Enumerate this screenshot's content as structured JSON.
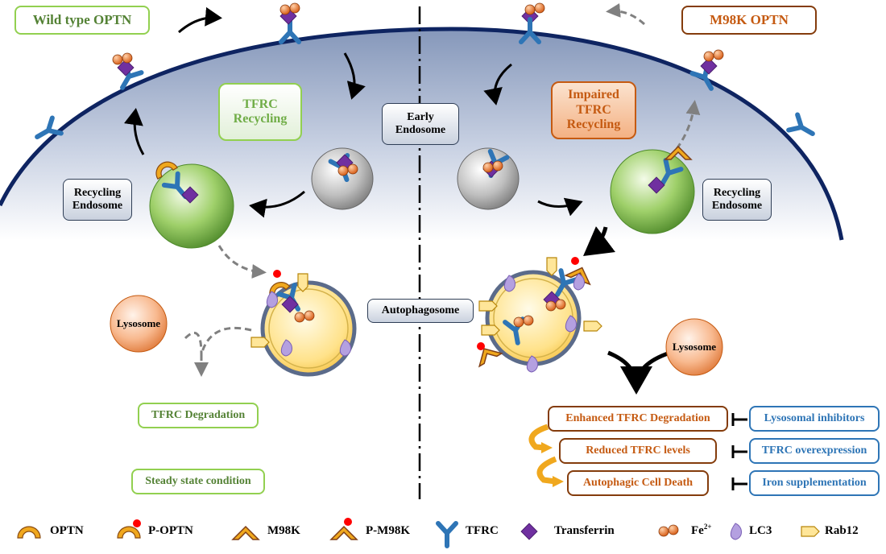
{
  "titles": {
    "wild_type": "Wild type OPTN",
    "m98k": "M98K OPTN"
  },
  "labels": {
    "tfrc_recycling": "TFRC Recycling",
    "impaired_recycling": "Impaired TFRC Recycling",
    "early_endosome": "Early Endosome",
    "recycling_endosome": "Recycling Endosome",
    "autophagosome": "Autophagosome",
    "lysosome": "Lysosome"
  },
  "left_outcomes": {
    "degradation": "TFRC Degradation",
    "steady": "Steady state condition"
  },
  "right_outcomes": [
    {
      "text": "Enhanced TFRC Degradation",
      "inhibitor": "Lysosomal inhibitors"
    },
    {
      "text": "Reduced TFRC levels",
      "inhibitor": "TFRC overexpression"
    },
    {
      "text": "Autophagic Cell Death",
      "inhibitor": "Iron supplementation"
    }
  ],
  "legend": {
    "optn": "OPTN",
    "p_optn": "P-OPTN",
    "m98k": "M98K",
    "p_m98k": "P-M98K",
    "tfrc": "TFRC",
    "transferrin": "Transferrin",
    "fe": "Fe",
    "fe_charge": "2+",
    "lc3": "LC3",
    "rab12": "Rab12"
  },
  "colors": {
    "membrane": "#0e2461",
    "tfrc_blue": "#2e75b6",
    "transferrin_purple": "#7030a0",
    "iron_orange": "#ed7d31",
    "optn_orange": "#e09b1a",
    "m98k_brown": "#7f3f17",
    "lc3_purple": "#b4a0e0",
    "rab12_yellow": "#ffd966",
    "endosome_green": "#70ad47",
    "early_grey": "#a6a6a6"
  }
}
